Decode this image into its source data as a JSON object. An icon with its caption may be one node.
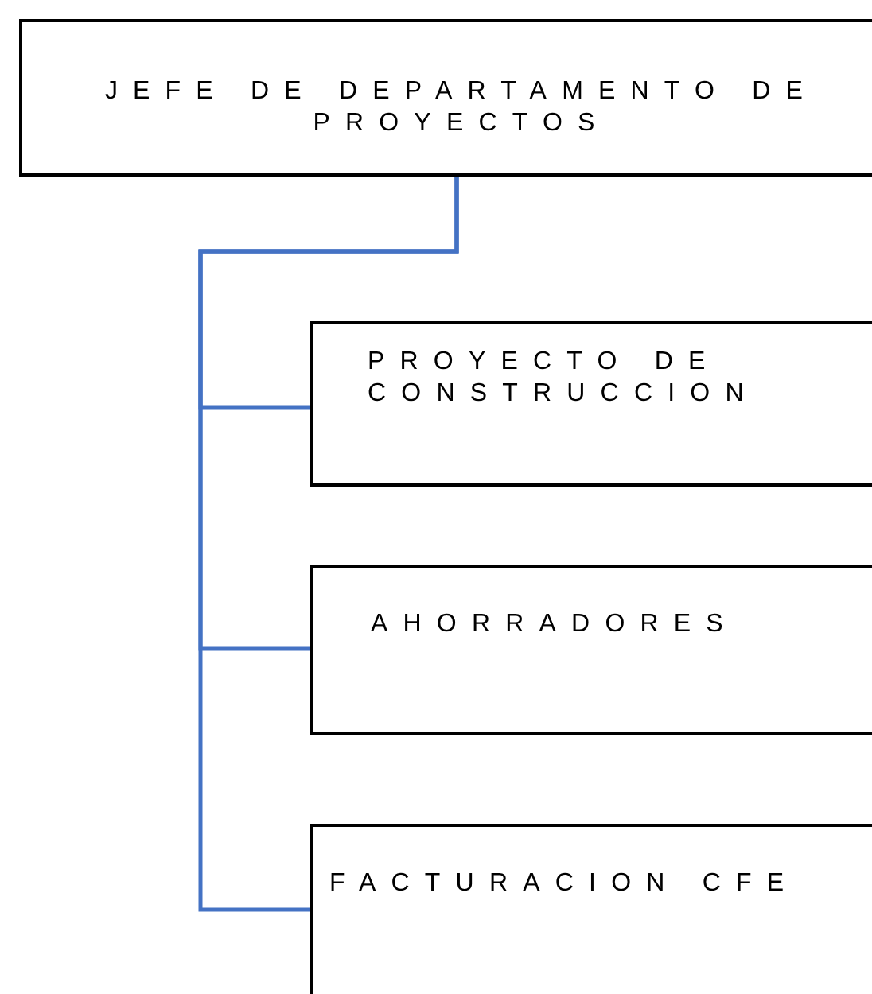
{
  "diagram": {
    "nodes": [
      {
        "text": [
          "JEFE DE DEPARTAMENTO DE PROYECTOS"
        ]
      },
      {
        "text": [
          "PROYECTO DE CONSTRUCCION"
        ]
      },
      {
        "text": [
          "AHORRADORES"
        ]
      },
      {
        "text": [
          "FACTURACION CFE"
        ]
      }
    ],
    "edges": [
      {
        "from": 0,
        "to": 1,
        "arrow": "none",
        "color": "#4472c4"
      },
      {
        "from": 0,
        "to": 2,
        "arrow": "none",
        "color": "#4472c4"
      },
      {
        "from": 0,
        "to": 3,
        "arrow": "none",
        "color": "#4472c4"
      }
    ]
  }
}
